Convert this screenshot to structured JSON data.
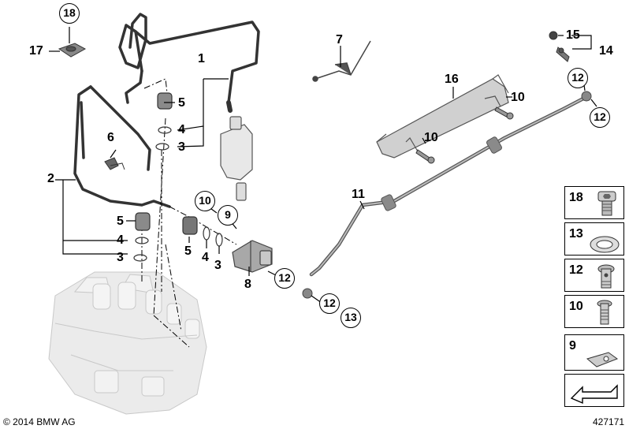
{
  "copyright": "© 2014 BMW AG",
  "diagram_id": "427171",
  "labels": {
    "l1": "1",
    "l2": "2",
    "l3a": "3",
    "l3b": "3",
    "l3c": "3",
    "l4a": "4",
    "l4b": "4",
    "l4c": "4",
    "l5a": "5",
    "l5b": "5",
    "l5c": "5",
    "l6": "6",
    "l7": "7",
    "l8": "8",
    "l9": "9",
    "l10a": "10",
    "l10b": "10",
    "l10c": "10",
    "l11": "11",
    "l12a": "12",
    "l12b": "12",
    "l12c": "12",
    "l12d": "12",
    "l13": "13",
    "l14": "14",
    "l15": "15",
    "l16": "16",
    "l17": "17",
    "l18": "18"
  },
  "legend": [
    {
      "num": "18",
      "icon": "hex-socket-bolt-icon"
    },
    {
      "num": "13",
      "icon": "sealing-ring-icon"
    },
    {
      "num": "12",
      "icon": "hollow-bolt-icon"
    },
    {
      "num": "10",
      "icon": "torx-bolt-icon"
    },
    {
      "num": "9",
      "icon": "spring-clip-icon"
    },
    {
      "num": "",
      "icon": "arrow-direction-icon"
    }
  ]
}
